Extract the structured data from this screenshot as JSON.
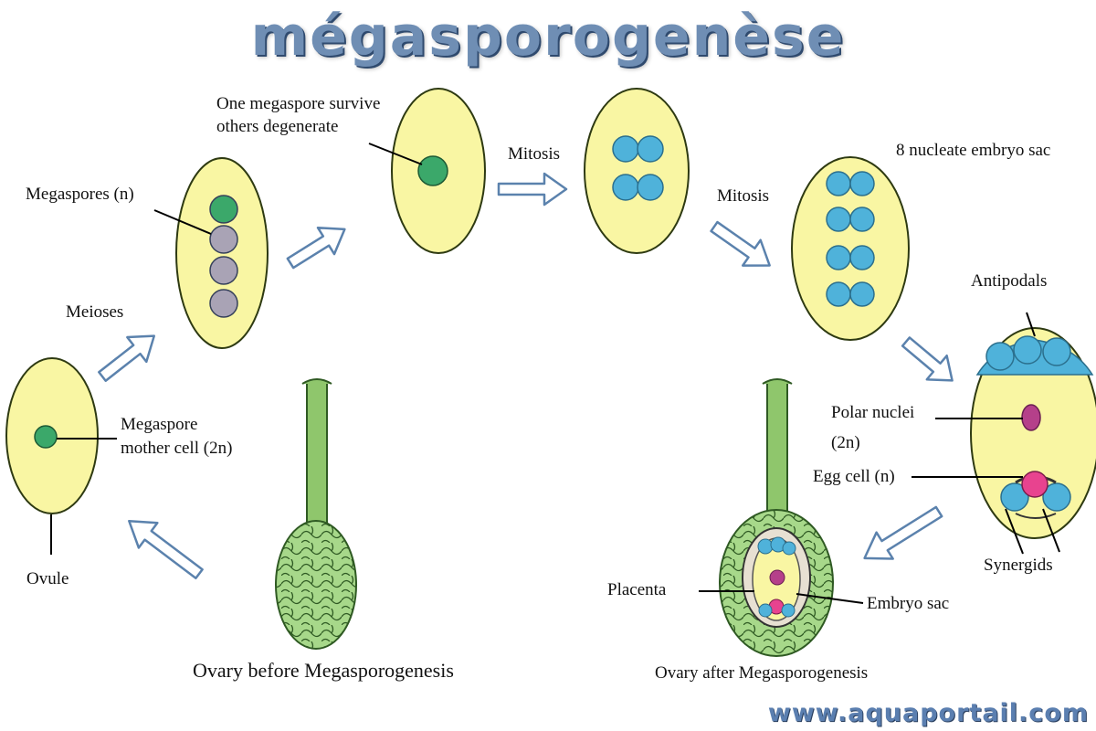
{
  "title": "mégasporogenèse",
  "labels": {
    "megaspores": "Megaspores (n)",
    "one_survive_1": "One megaspore survive",
    "one_survive_2": "others degenerate",
    "mitosis_1": "Mitosis",
    "mitosis_2": "Mitosis",
    "eight_nucleate": "8 nucleate embryo sac",
    "meioses": "Meioses",
    "megaspore_mother_1": "Megaspore",
    "megaspore_mother_2": "mother cell (2n)",
    "ovule": "Ovule",
    "antipodals": "Antipodals",
    "polar_nuclei_1": "Polar nuclei",
    "polar_nuclei_2": "(2n)",
    "egg_cell": "Egg cell (n)",
    "synergids": "Synergids",
    "placenta": "Placenta",
    "embryo_sac": "Embryo sac",
    "ovary_before": "Ovary before Megasporogenesis",
    "ovary_after": "Ovary after Megasporogenesis"
  },
  "watermark": "www.aquaportail.com",
  "colors": {
    "cell_fill": "#f9f6a3",
    "cell_outline": "#2e3a12",
    "nucleus_green": "#3ba86a",
    "degenerate_gray": "#a9a3b5",
    "nucleus_blue": "#4fb2da",
    "polar_magenta": "#b5408a",
    "egg_pink": "#e8438f",
    "ovary_green": "#8fc66c",
    "arrow_outline": "#5b82ad"
  }
}
